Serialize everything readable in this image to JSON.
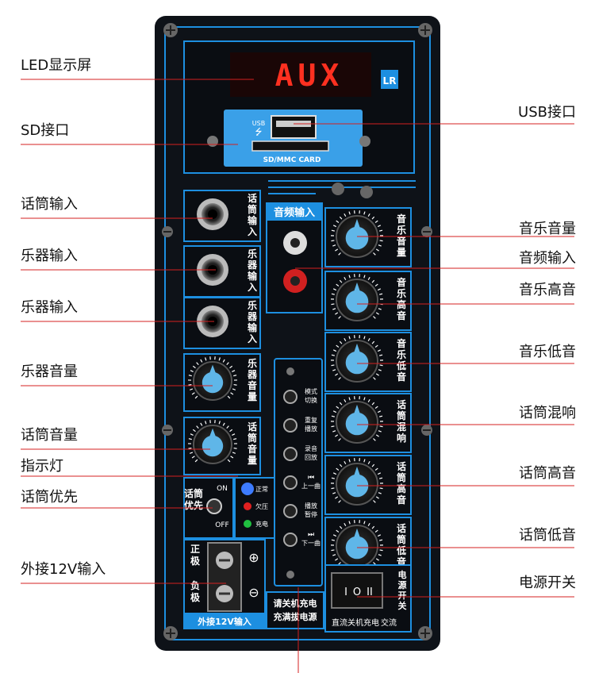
{
  "callouts_left": [
    {
      "id": "led",
      "text": "LED显示屏"
    },
    {
      "id": "sd",
      "text": "SD接口"
    },
    {
      "id": "mic-in",
      "text": "话筒输入"
    },
    {
      "id": "inst-in-1",
      "text": "乐器输入"
    },
    {
      "id": "inst-in-2",
      "text": "乐器输入"
    },
    {
      "id": "inst-vol",
      "text": "乐器音量"
    },
    {
      "id": "mic-vol",
      "text": "话筒音量"
    },
    {
      "id": "indicator",
      "text": "指示灯"
    },
    {
      "id": "mic-priority",
      "text": "话筒优先"
    },
    {
      "id": "ext-12v",
      "text": "外接12V输入"
    }
  ],
  "callouts_right": [
    {
      "id": "usb",
      "text": "USB接口"
    },
    {
      "id": "music-vol",
      "text": "音乐音量"
    },
    {
      "id": "audio-in",
      "text": "音频输入"
    },
    {
      "id": "music-treble",
      "text": "音乐高音"
    },
    {
      "id": "music-bass",
      "text": "音乐低音"
    },
    {
      "id": "mic-echo",
      "text": "话筒混响"
    },
    {
      "id": "mic-treble",
      "text": "话筒高音"
    },
    {
      "id": "mic-bass",
      "text": "话筒低音"
    },
    {
      "id": "power-switch",
      "text": "电源开关"
    }
  ],
  "panel": {
    "led_text": "AUX",
    "sd_label": "SD/MMC CARD",
    "usb_label": "USB",
    "brand_mark": "LR",
    "audio_input_title": "音频输入",
    "jack_labels": [
      "话筒输入",
      "乐器输入",
      "乐器输入"
    ],
    "knob_left_labels": [
      "乐器音量",
      "话筒音量"
    ],
    "knob_right_labels": [
      "音乐音量",
      "音乐高音",
      "音乐低音",
      "话筒混响",
      "话筒高音",
      "话筒低音"
    ],
    "buttons": [
      {
        "top": "模式",
        "bottom": "切换",
        "icon": ""
      },
      {
        "top": "重复",
        "bottom": "播放",
        "icon": ""
      },
      {
        "top": "录音",
        "bottom": "回放",
        "icon": ""
      },
      {
        "top": "",
        "bottom": "上一曲",
        "icon": "⏮"
      },
      {
        "top": "播放",
        "bottom": "暂停",
        "icon": ""
      },
      {
        "top": "",
        "bottom": "下一曲",
        "icon": "⏭"
      }
    ],
    "priority_label": "话筒优先",
    "priority_on": "ON",
    "priority_off": "OFF",
    "led_status": [
      {
        "label": "正常",
        "color": "#3d7bff"
      },
      {
        "label": "欠压",
        "color": "#e02020"
      },
      {
        "label": "充电",
        "color": "#20c040"
      }
    ],
    "terminal_pos": "正极",
    "terminal_neg": "负极",
    "terminal_plus": "⊕",
    "terminal_minus": "⊖",
    "ext_input_label": "外接12V输入",
    "charge_note": [
      "请关机充电",
      "充满拔电源"
    ],
    "power_label": "电源开关",
    "power_modes": [
      "直流",
      "关机充电",
      "交流"
    ]
  },
  "colors": {
    "panel": "#0e1218",
    "accent": "#1d8fe0",
    "knob": "#5fb6e8",
    "text": "#ffffff"
  }
}
